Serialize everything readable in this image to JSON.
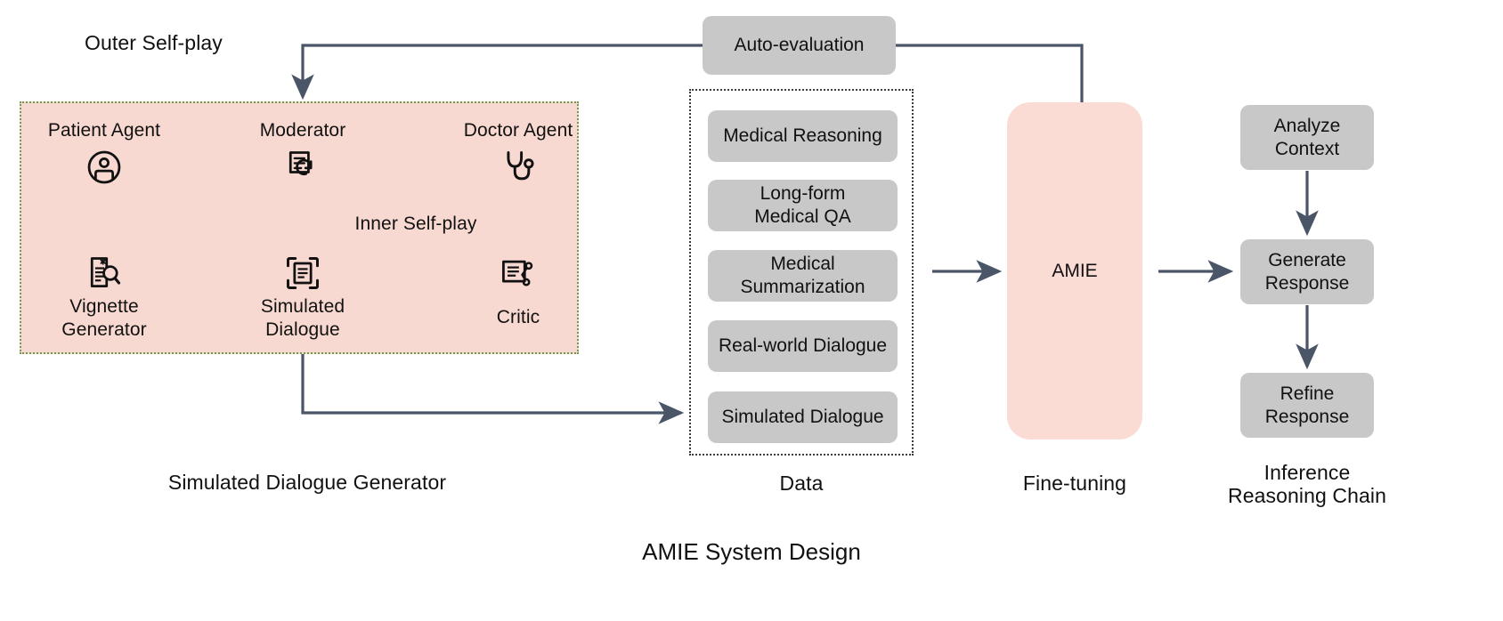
{
  "figure": {
    "title": "AMIE System Design",
    "accent_pink": "#f8d9d1",
    "accent_pink_box": "#fadcd4",
    "gray_box": "#c8c8c8",
    "arrow_color": "#4a5568",
    "dotted_green": "#6f9c4a",
    "dotted_dark": "#3b3b3b"
  },
  "labels": {
    "outer_selfplay": "Outer Self-play",
    "inner_selfplay": "Inner Self-play",
    "simulated_dialogue_generator": "Simulated Dialogue Generator",
    "data": "Data",
    "fine_tuning": "Fine-tuning",
    "inference_reasoning_chain": "Inference\nReasoning Chain"
  },
  "auto_evaluation": {
    "label": "Auto-evaluation"
  },
  "selfplay": {
    "nodes": [
      {
        "id": "patient-agent",
        "label": "Patient Agent",
        "icon": "person-circle-icon",
        "label_position": "above"
      },
      {
        "id": "moderator",
        "label": "Moderator",
        "icon": "document-loop-icon",
        "label_position": "above"
      },
      {
        "id": "doctor-agent",
        "label": "Doctor Agent",
        "icon": "stethoscope-icon",
        "label_position": "above"
      },
      {
        "id": "vignette-generator",
        "label": "Vignette\nGenerator",
        "icon": "document-search-icon",
        "label_position": "below"
      },
      {
        "id": "simulated-dialogue",
        "label": "Simulated\nDialogue",
        "icon": "document-scan-icon",
        "label_position": "below"
      },
      {
        "id": "critic",
        "label": "Critic",
        "icon": "document-review-icon",
        "label_position": "below"
      }
    ]
  },
  "data_boxes": [
    {
      "id": "medical-reasoning",
      "label": "Medical Reasoning"
    },
    {
      "id": "long-form-medical-qa",
      "label": "Long-form\nMedical QA"
    },
    {
      "id": "medical-summarization",
      "label": "Medical\nSummarization"
    },
    {
      "id": "real-world-dialogue",
      "label": "Real-world Dialogue"
    },
    {
      "id": "simulated-dialogue",
      "label": "Simulated Dialogue"
    }
  ],
  "model": {
    "label": "AMIE"
  },
  "inference_steps": [
    {
      "id": "analyze-context",
      "label": "Analyze\nContext"
    },
    {
      "id": "generate-response",
      "label": "Generate\nResponse"
    },
    {
      "id": "refine-response",
      "label": "Refine\nResponse"
    }
  ]
}
